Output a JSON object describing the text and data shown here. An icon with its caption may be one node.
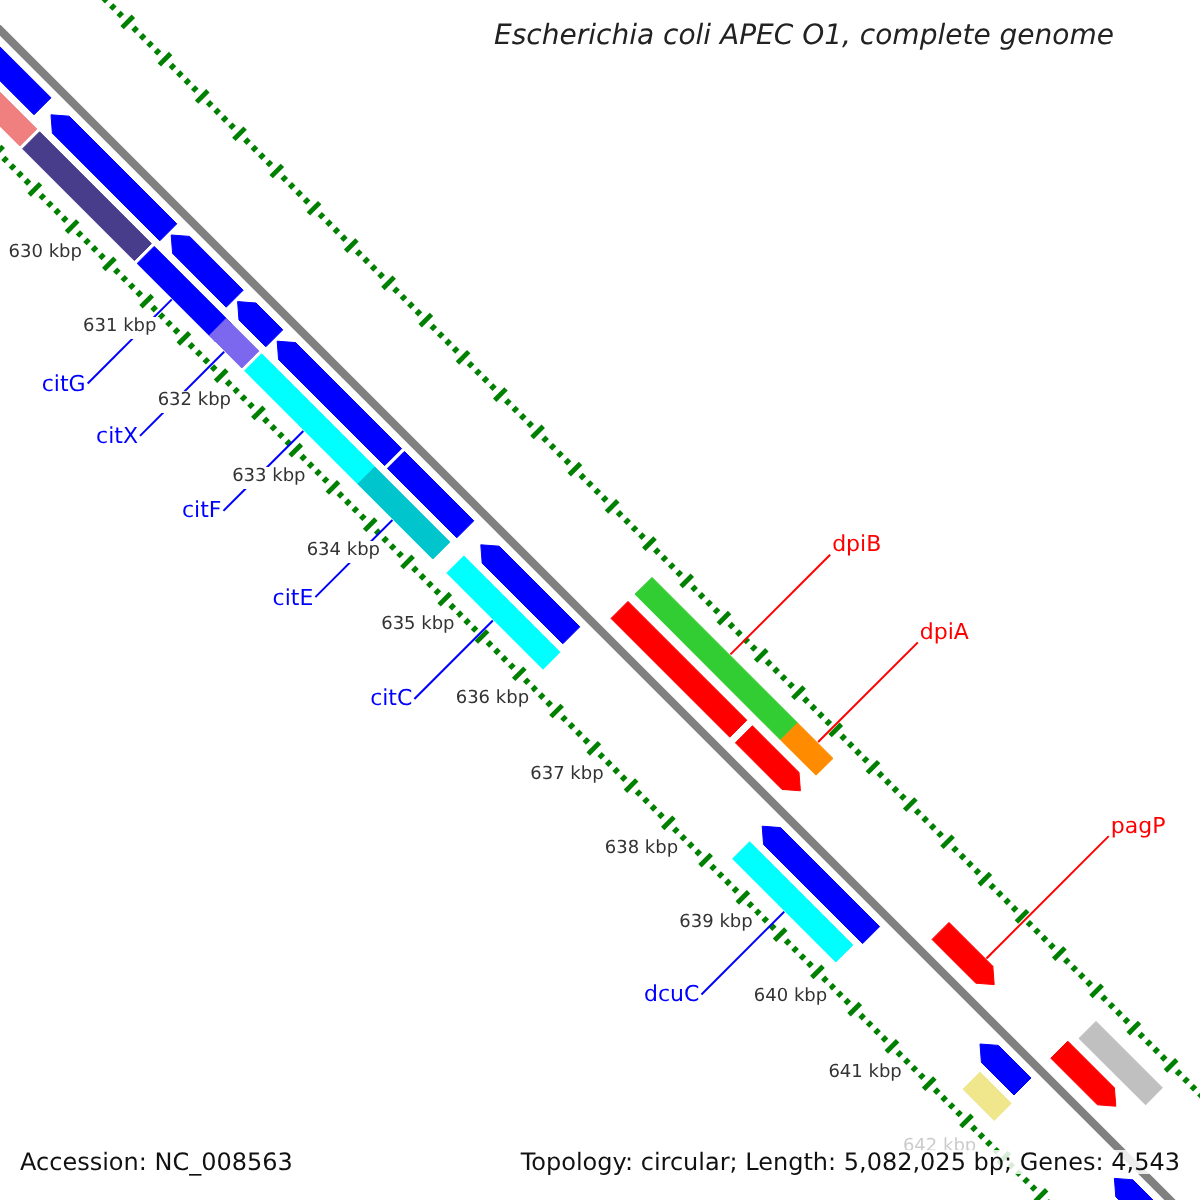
{
  "diagram": {
    "title": "Escherichia coli APEC O1, complete genome",
    "nodes": [
      {
        "text": [
          "citG"
        ]
      },
      {
        "text": [
          "citX"
        ]
      },
      {
        "text": [
          "citF"
        ]
      },
      {
        "text": [
          "citE"
        ]
      },
      {
        "text": [
          "dpiB"
        ]
      },
      {
        "text": [
          "citC"
        ]
      },
      {
        "text": [
          "dpiA"
        ]
      },
      {
        "text": [
          "pagP"
        ]
      },
      {
        "text": [
          "dcuC"
        ]
      },
      {
        "text": [],
        "shape": "bar"
      },
      {
        "text": [],
        "shape": "bar"
      },
      {
        "text": [],
        "shape": "bar"
      },
      {
        "text": [],
        "shape": "bar"
      },
      {
        "text": [],
        "shape": "bar"
      },
      {
        "text": [],
        "shape": "bar"
      },
      {
        "text": [],
        "shape": "bar"
      },
      {
        "text": [],
        "shape": "bar"
      },
      {
        "text": [],
        "shape": "bar"
      },
      {
        "text": [],
        "shape": "bar"
      },
      {
        "text": [],
        "shape": "bar"
      },
      {
        "text": [],
        "shape": "bar"
      },
      {
        "text": [],
        "shape": "bar"
      },
      {
        "text": [],
        "shape": "bar"
      },
      {
        "text": [],
        "shape": "bar"
      },
      {
        "text": [],
        "shape": "bar"
      },
      {
        "text": [],
        "shape": "bar"
      },
      {
        "text": [],
        "shape": "bar"
      },
      {
        "text": [],
        "shape": "bar"
      },
      {
        "text": [],
        "shape": "bar"
      },
      {
        "text": [],
        "shape": "bar"
      },
      {
        "text": [],
        "shape": "bar"
      },
      {
        "text": [],
        "shape": "bar"
      },
      {
        "text": [],
        "shape": "bar"
      },
      {
        "text": [],
        "shape": "bar"
      },
      {
        "text": [],
        "shape": "bar"
      }
    ],
    "edges": [
      {
        "from": 0,
        "to": 13,
        "arrow": "none"
      },
      {
        "from": 1,
        "to": 16,
        "arrow": "none"
      },
      {
        "from": 2,
        "to": 17,
        "arrow": "none"
      },
      {
        "from": 3,
        "to": 19,
        "arrow": "none"
      },
      {
        "from": 4,
        "to": 24,
        "arrow": "none",
        "color": "#ff0000"
      },
      {
        "from": 5,
        "to": 21,
        "arrow": "none"
      },
      {
        "from": 6,
        "to": 26,
        "arrow": "none",
        "color": "#ff0000"
      },
      {
        "from": 7,
        "to": 29,
        "arrow": "none",
        "color": "#ff0000"
      },
      {
        "from": 8,
        "to": 28,
        "arrow": "none"
      }
    ],
    "labels": [
      "630 kbp",
      "631 kbp",
      "632 kbp",
      "633 kbp",
      "634 kbp",
      "635 kbp",
      "636 kbp",
      "637 kbp",
      "638 kbp",
      "639 kbp",
      "640 kbp",
      "641 kbp",
      "642 kbp",
      "Accession: NC_008563",
      "Topology: circular; Length: 5,082,025 bp; Genes: 4,543"
    ]
  }
}
